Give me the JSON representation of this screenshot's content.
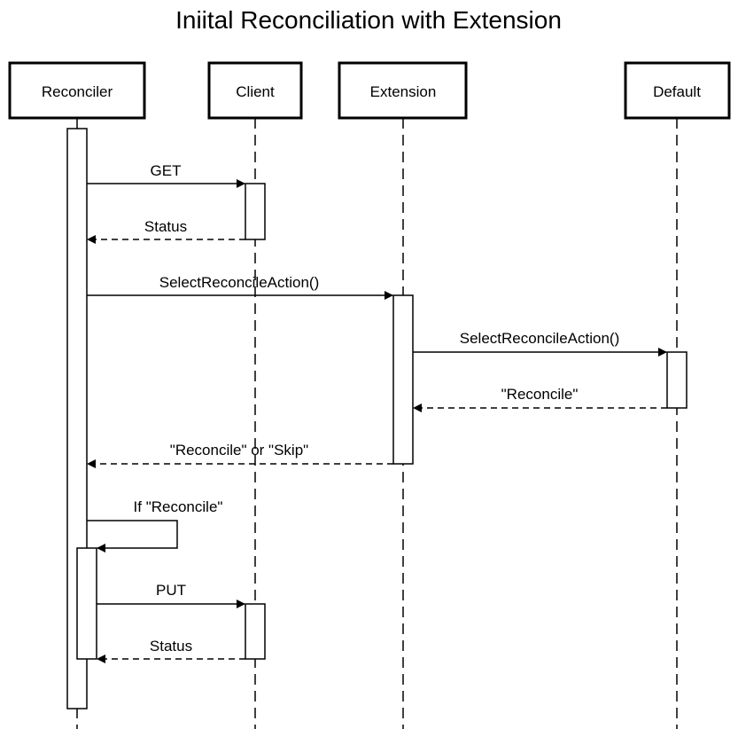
{
  "diagram": {
    "title": "Iniital Reconciliation with Extension",
    "participants": [
      {
        "id": "reconciler",
        "label": "Reconciler"
      },
      {
        "id": "client",
        "label": "Client"
      },
      {
        "id": "extension",
        "label": "Extension"
      },
      {
        "id": "default",
        "label": "Default"
      }
    ],
    "messages": [
      {
        "label": "GET",
        "from": "Reconciler",
        "to": "Client",
        "style": "solid"
      },
      {
        "label": "Status",
        "from": "Client",
        "to": "Reconciler",
        "style": "dashed"
      },
      {
        "label": "SelectReconcileAction()",
        "from": "Reconciler",
        "to": "Extension",
        "style": "solid"
      },
      {
        "label": "SelectReconcileAction()",
        "from": "Extension",
        "to": "Default",
        "style": "solid"
      },
      {
        "label": "\"Reconcile\"",
        "from": "Default",
        "to": "Extension",
        "style": "dashed"
      },
      {
        "label": "\"Reconcile\" or \"Skip\"",
        "from": "Extension",
        "to": "Reconciler",
        "style": "dashed"
      },
      {
        "label": "If \"Reconcile\"",
        "from": "Reconciler",
        "to": "Reconciler",
        "style": "solid"
      },
      {
        "label": "PUT",
        "from": "Reconciler",
        "to": "Client",
        "style": "solid"
      },
      {
        "label": "Status",
        "from": "Client",
        "to": "Reconciler",
        "style": "dashed"
      }
    ]
  }
}
